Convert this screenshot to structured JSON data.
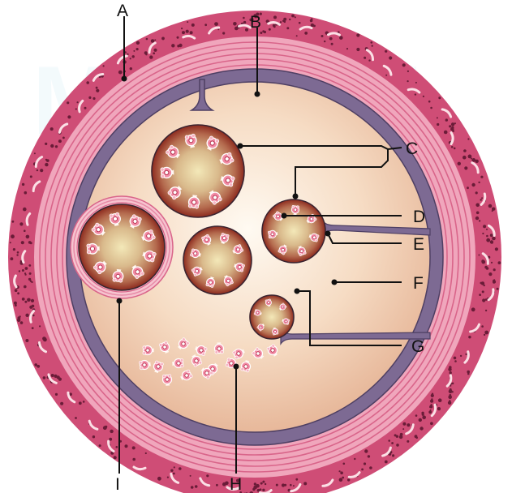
{
  "labels": {
    "A": "A",
    "B": "B",
    "C": "C",
    "D": "D",
    "E": "E",
    "F": "F",
    "G": "G",
    "H": "H",
    "I": "I"
  },
  "colors": {
    "outer_layer": "#cf4d76",
    "outer_dots": "#6a1c38",
    "striated_band": "#f0a6bc",
    "band_lines": "#d9658a",
    "basal_membrane": "#6f5d86",
    "cavity_light": "#fffaf2",
    "cavity_dark": "#e8b799",
    "follicle_edge": "#8c2a1e",
    "follicle_mid": "#c9a67a",
    "follicle_center": "#f3e8b8",
    "oocyte_pink": "#f28da6"
  }
}
